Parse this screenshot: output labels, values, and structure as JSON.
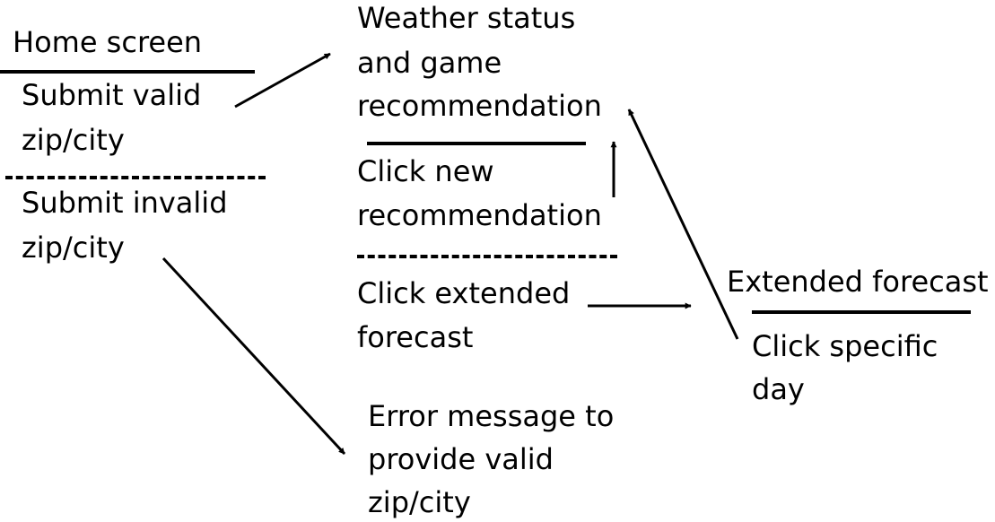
{
  "home": {
    "title": "Home screen",
    "valid_line1": "Submit valid",
    "valid_line2": "zip/city",
    "invalid_line1": "Submit invalid",
    "invalid_line2": "zip/city"
  },
  "weather": {
    "title_line1": "Weather status",
    "title_line2": "and game",
    "title_line3": "recommendation",
    "new_rec_line1": "Click new",
    "new_rec_line2": "recommendation",
    "extended_line1": "Click extended",
    "extended_line2": "forecast"
  },
  "extended": {
    "title": "Extended forecast",
    "day_line1": "Click specific",
    "day_line2": "day"
  },
  "error": {
    "line1": "Error message to",
    "line2": "provide valid",
    "line3": "zip/city"
  },
  "colors": {
    "stroke": "#000000",
    "background": "#ffffff"
  }
}
